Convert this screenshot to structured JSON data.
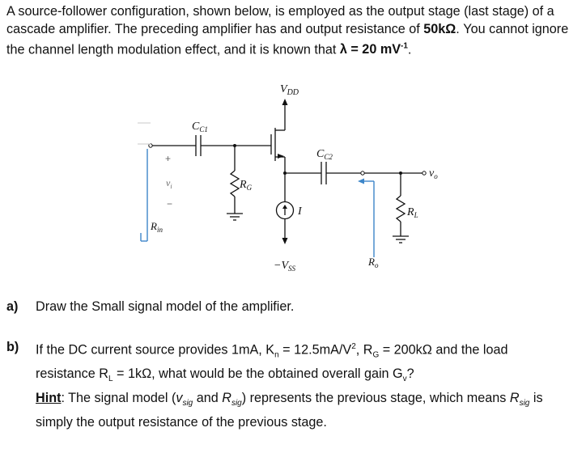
{
  "intro": {
    "part1": "A source-follower configuration, shown below, is employed as the output stage (last stage) of a cascade amplifier. The preceding amplifier has and output resistance of ",
    "rout": "50kΩ",
    "part2": ". You cannot ignore the channel length modulation effect, and it is known that ",
    "lambda": "λ = 20 mV",
    "lambda_exp": "-1",
    "part3": "."
  },
  "circuit": {
    "vdd": "V",
    "vdd_sub": "DD",
    "cc1": "C",
    "cc1_sub": "C1",
    "cc2": "C",
    "cc2_sub": "C2",
    "rg": "R",
    "rg_sub": "G",
    "rl": "R",
    "rl_sub": "L",
    "vi": "v",
    "vi_sub": "i",
    "vo": "v",
    "vo_sub": "o",
    "rin": "R",
    "rin_sub": "in",
    "ro": "R",
    "ro_sub": "o",
    "current": "I",
    "vss": "−V",
    "vss_sub": "SS",
    "plus": "+",
    "minus": "−",
    "colors": {
      "ink": "#111111",
      "annotation": "#3d86c9"
    }
  },
  "questions": {
    "a": {
      "label": "a)",
      "text": "Draw the Small signal model of the amplifier."
    },
    "b": {
      "label": "b)",
      "line1": "If the DC current source provides 1mA, K",
      "kn_sub": "n",
      "line1b": " = 12.5mA/V",
      "sq": "2",
      "line1c": ", R",
      "rg_sub": "G",
      "line1d": " = 200kΩ and the load",
      "line2": "resistance R",
      "rl_sub": "L",
      "line2b": " = 1kΩ, what would be the obtained overall gain G",
      "gv_sub": "v",
      "line2c": "?",
      "hint_label": "Hint",
      "hint1": ": The signal model (",
      "vsig": "v",
      "vsig_sub": "sig",
      "hint2": " and ",
      "rsig": "R",
      "rsig_sub": "sig",
      "hint3": ") represents the previous stage, which means ",
      "rsig2": "R",
      "rsig2_sub": "sig",
      "hint4": " is",
      "line4": "simply the output resistance of the previous stage."
    }
  }
}
